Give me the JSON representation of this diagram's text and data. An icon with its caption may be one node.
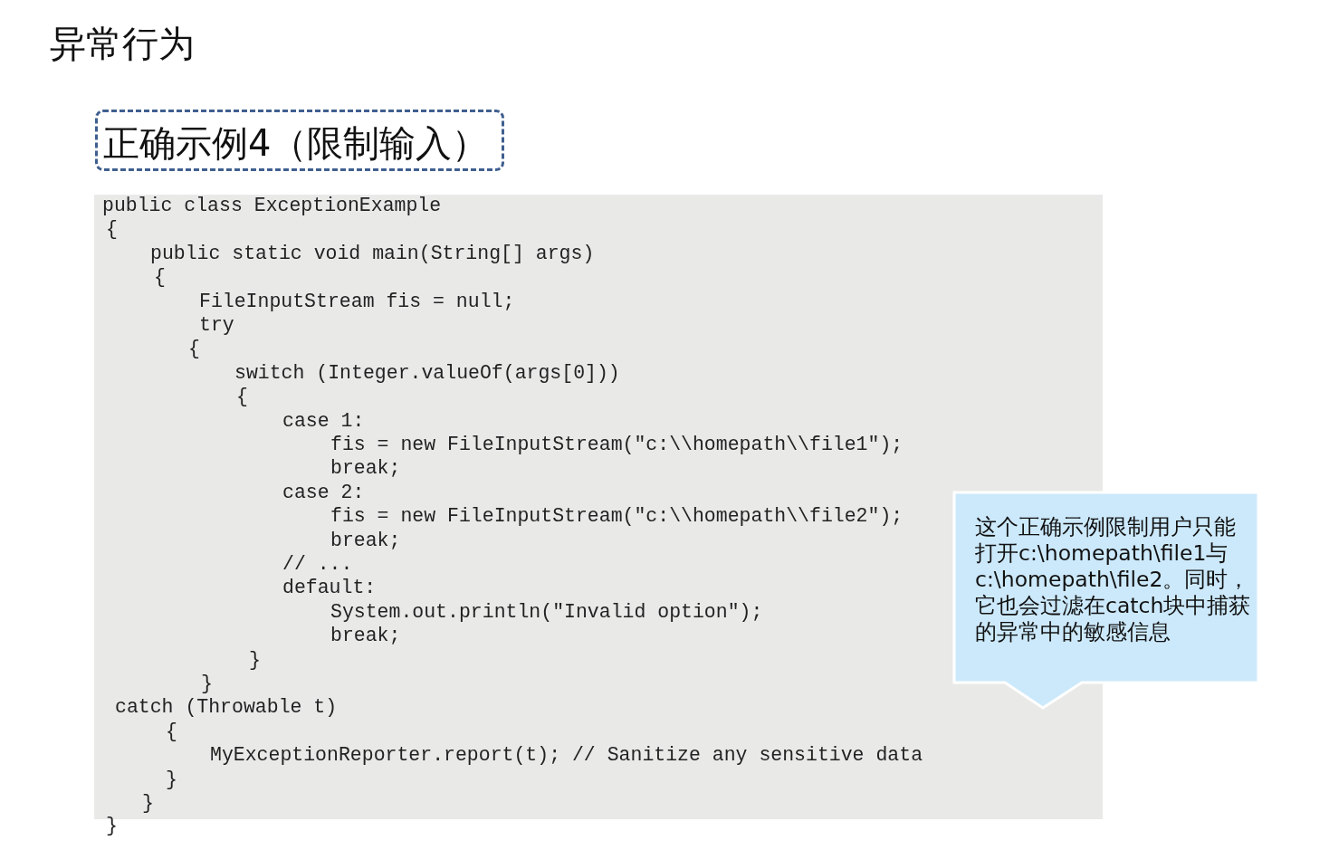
{
  "diagram": {
    "title": "异常行为",
    "nodes": [
      {
        "text": [
          "正确示例4（限制输入）"
        ]
      },
      {
        "text": [
          "public class ExceptionExample",
          "{",
          "public static void main(String[] args)",
          "{",
          "FileInputStream fis = null;",
          "try",
          "{",
          "switch (Integer.valueOf(args[0]))",
          "{",
          "case 1:",
          "fis = new FileInputStream(\"c:\\\\homepath\\\\file1\");",
          "break;",
          "case 2:",
          "fis = new FileInputStream(\"c:\\\\homepath\\\\file2\");",
          "break;",
          "// ...",
          "default:",
          "System.out.println(\"Invalid option\");",
          "break;",
          "}",
          "}",
          "catch (Throwable t)",
          "{",
          "MyExceptionReporter.report(t); // Sanitize any sensitive data",
          "}",
          "}"
        ]
      },
      {
        "text": [
          "这个正确示例限制用户只能打开c:\\homepath\\file1与c:\\homepath\\file2。同时，它也会过滤在catch块中捕获的异常中的敏感信息"
        ]
      }
    ],
    "labels": [
      "}"
    ]
  }
}
